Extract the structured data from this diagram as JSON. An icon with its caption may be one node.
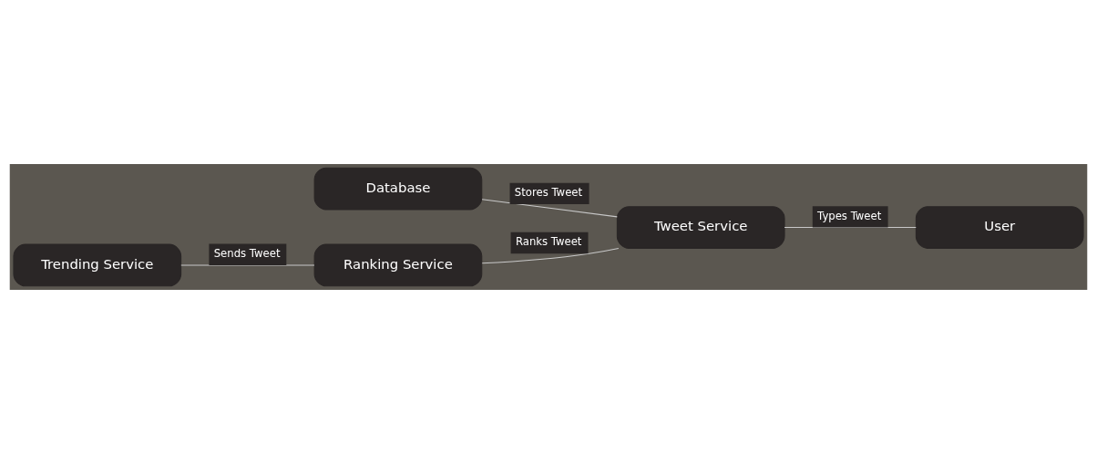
{
  "diagram": {
    "nodes": [
      {
        "text": [
          "Database"
        ]
      },
      {
        "text": [
          "Tweet Service"
        ]
      },
      {
        "text": [
          "User"
        ]
      },
      {
        "text": [
          "Trending Service"
        ]
      },
      {
        "text": [
          "Ranking Service"
        ]
      }
    ],
    "edges": [
      {
        "from": 0,
        "to": 1,
        "arrow": "none",
        "label": "Stores Tweet"
      },
      {
        "from": 4,
        "to": 1,
        "arrow": "none",
        "label": "Ranks Tweet"
      },
      {
        "from": 1,
        "to": 2,
        "arrow": "none",
        "label": "Types Tweet"
      },
      {
        "from": 3,
        "to": 4,
        "arrow": "none",
        "label": "Sends Tweet"
      }
    ]
  }
}
